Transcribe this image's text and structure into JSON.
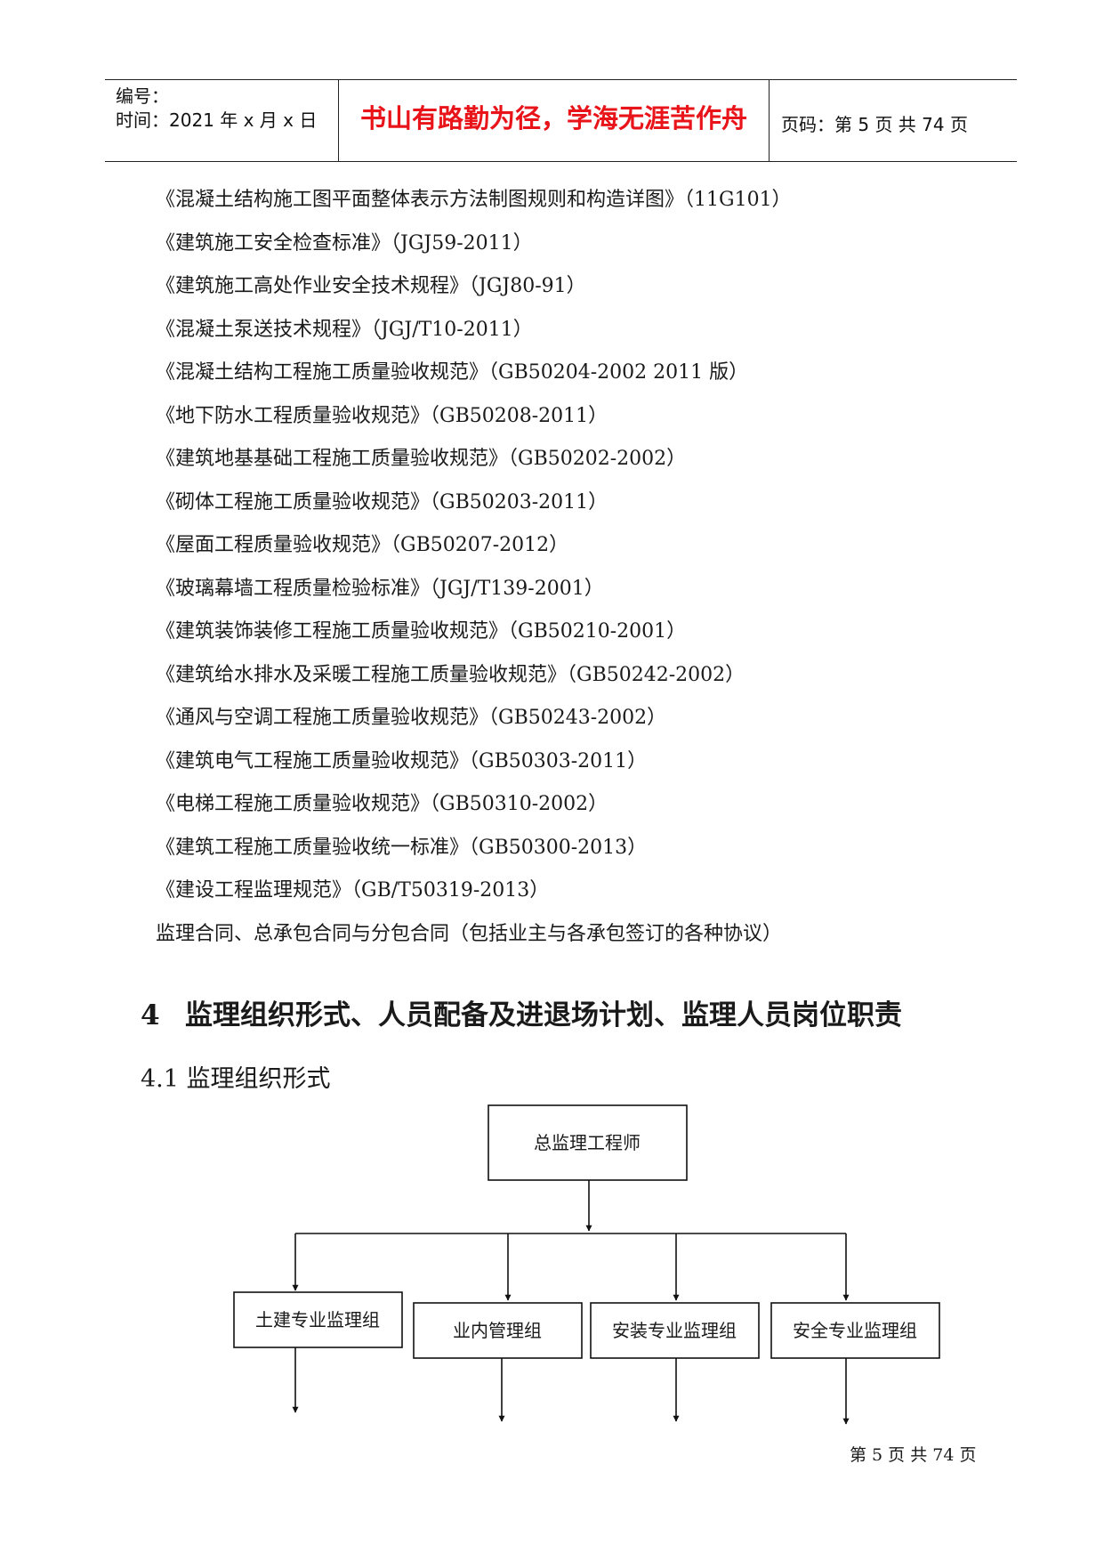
{
  "header": {
    "number_label": "编号：",
    "time_label": "时间：2021 年 x 月 x 日",
    "motto": "书山有路勤为径，学海无涯苦作舟",
    "page_label": "页码：第 5 页  共 74 页"
  },
  "references": [
    "《混凝土结构施工图平面整体表示方法制图规则和构造详图》（11G101）",
    "《建筑施工安全检查标准》（JGJ59-2011）",
    "《建筑施工高处作业安全技术规程》（JGJ80-91）",
    "《混凝土泵送技术规程》（JGJ/T10-2011）",
    "《混凝土结构工程施工质量验收规范》（GB50204-2002 2011 版）",
    "《地下防水工程质量验收规范》（GB50208-2011）",
    "《建筑地基基础工程施工质量验收规范》（GB50202-2002）",
    "《砌体工程施工质量验收规范》（GB50203-2011）",
    "《屋面工程质量验收规范》（GB50207-2012）",
    "《玻璃幕墙工程质量检验标准》（JGJ/T139-2001）",
    "《建筑装饰装修工程施工质量验收规范》（GB50210-2001）",
    "《建筑给水排水及采暖工程施工质量验收规范》（GB50242-2002）",
    "《通风与空调工程施工质量验收规范》（GB50243-2002）",
    "《建筑电气工程施工质量验收规范》（GB50303-2011）",
    "《电梯工程施工质量验收规范》（GB50310-2002）",
    "《建筑工程施工质量验收统一标准》（GB50300-2013）",
    "《建设工程监理规范》（GB/T50319-2013）",
    " 监理合同、总承包合同与分包合同（包括业主与各承包签订的各种协议）"
  ],
  "section": {
    "number": "4",
    "title": "监理组织形式、人员配备及进退场计划、监理人员岗位职责"
  },
  "subsection": {
    "title": "4.1 监理组织形式"
  },
  "org_chart": {
    "root": "总监理工程师",
    "children": [
      "土建专业监理组",
      "业内管理组",
      "安装专业监理组",
      "安全专业监理组"
    ]
  },
  "footer": {
    "page": "第 5 页 共 74 页"
  }
}
